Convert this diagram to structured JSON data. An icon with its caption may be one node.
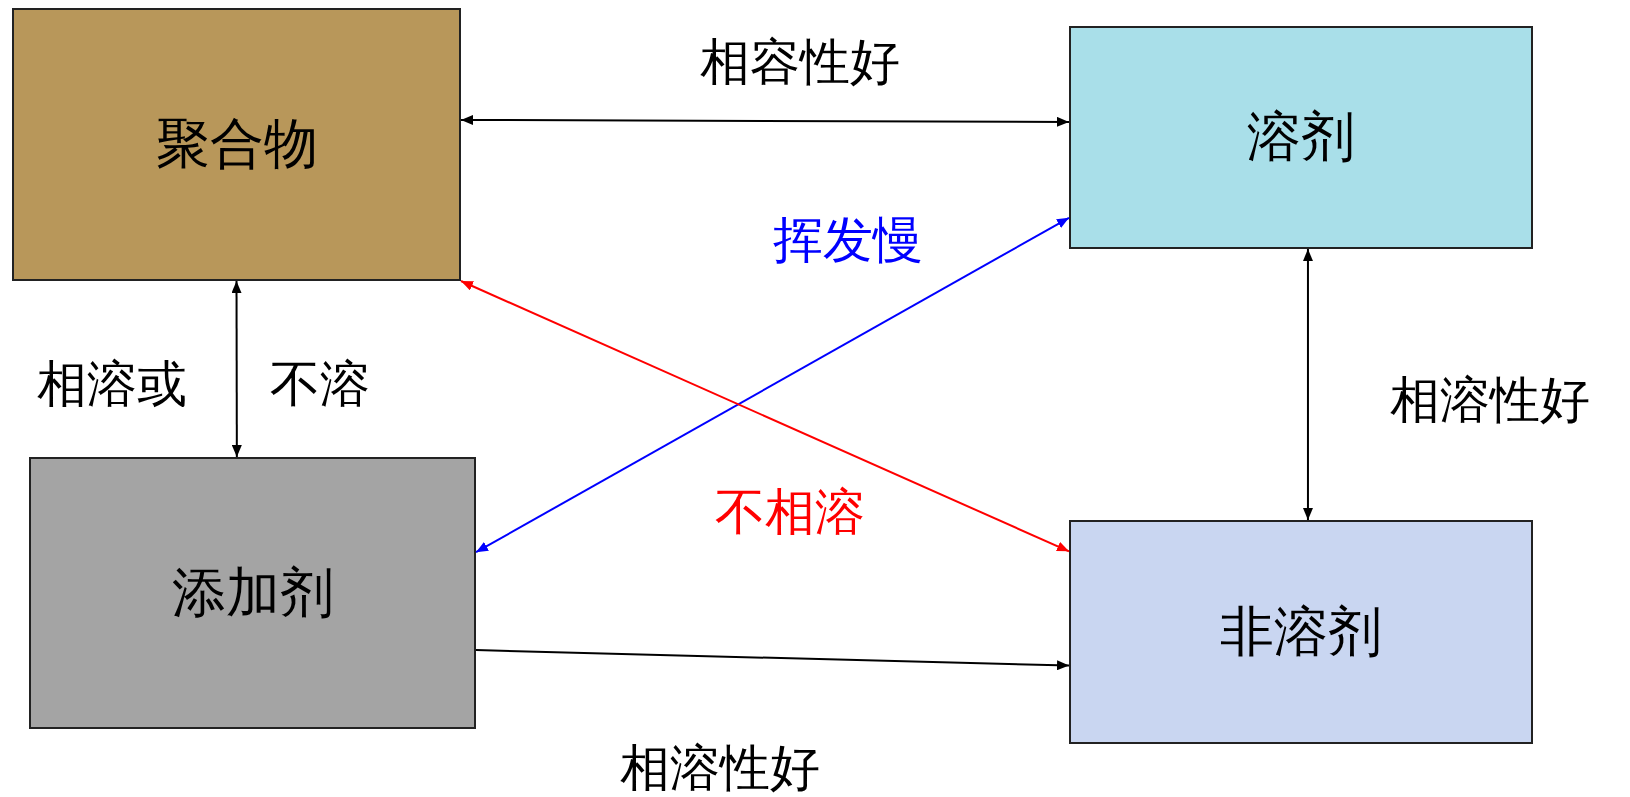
{
  "diagram": {
    "nodes": [
      {
        "text": [
          "聚合物"
        ]
      },
      {
        "text": [
          "溶剂"
        ]
      },
      {
        "text": [
          "添加剂"
        ]
      },
      {
        "text": [
          "非溶剂"
        ]
      }
    ],
    "edges": [
      {
        "from": 0,
        "to": 1,
        "arrow": "both",
        "label": "相容性好"
      },
      {
        "from": 0,
        "to": 2,
        "arrow": "both"
      },
      {
        "from": 1,
        "to": 3,
        "arrow": "both",
        "label": "相溶性好"
      },
      {
        "from": 1,
        "to": 2,
        "arrow": "both",
        "label": "挥发慢",
        "color": "#0000ff"
      },
      {
        "from": 0,
        "to": 3,
        "arrow": "both",
        "label": "不相溶",
        "color": "#ff0000"
      },
      {
        "from": 2,
        "to": 3,
        "arrow": "to",
        "label": "相溶性好"
      }
    ],
    "labels": [
      "相溶或",
      "不溶"
    ]
  }
}
